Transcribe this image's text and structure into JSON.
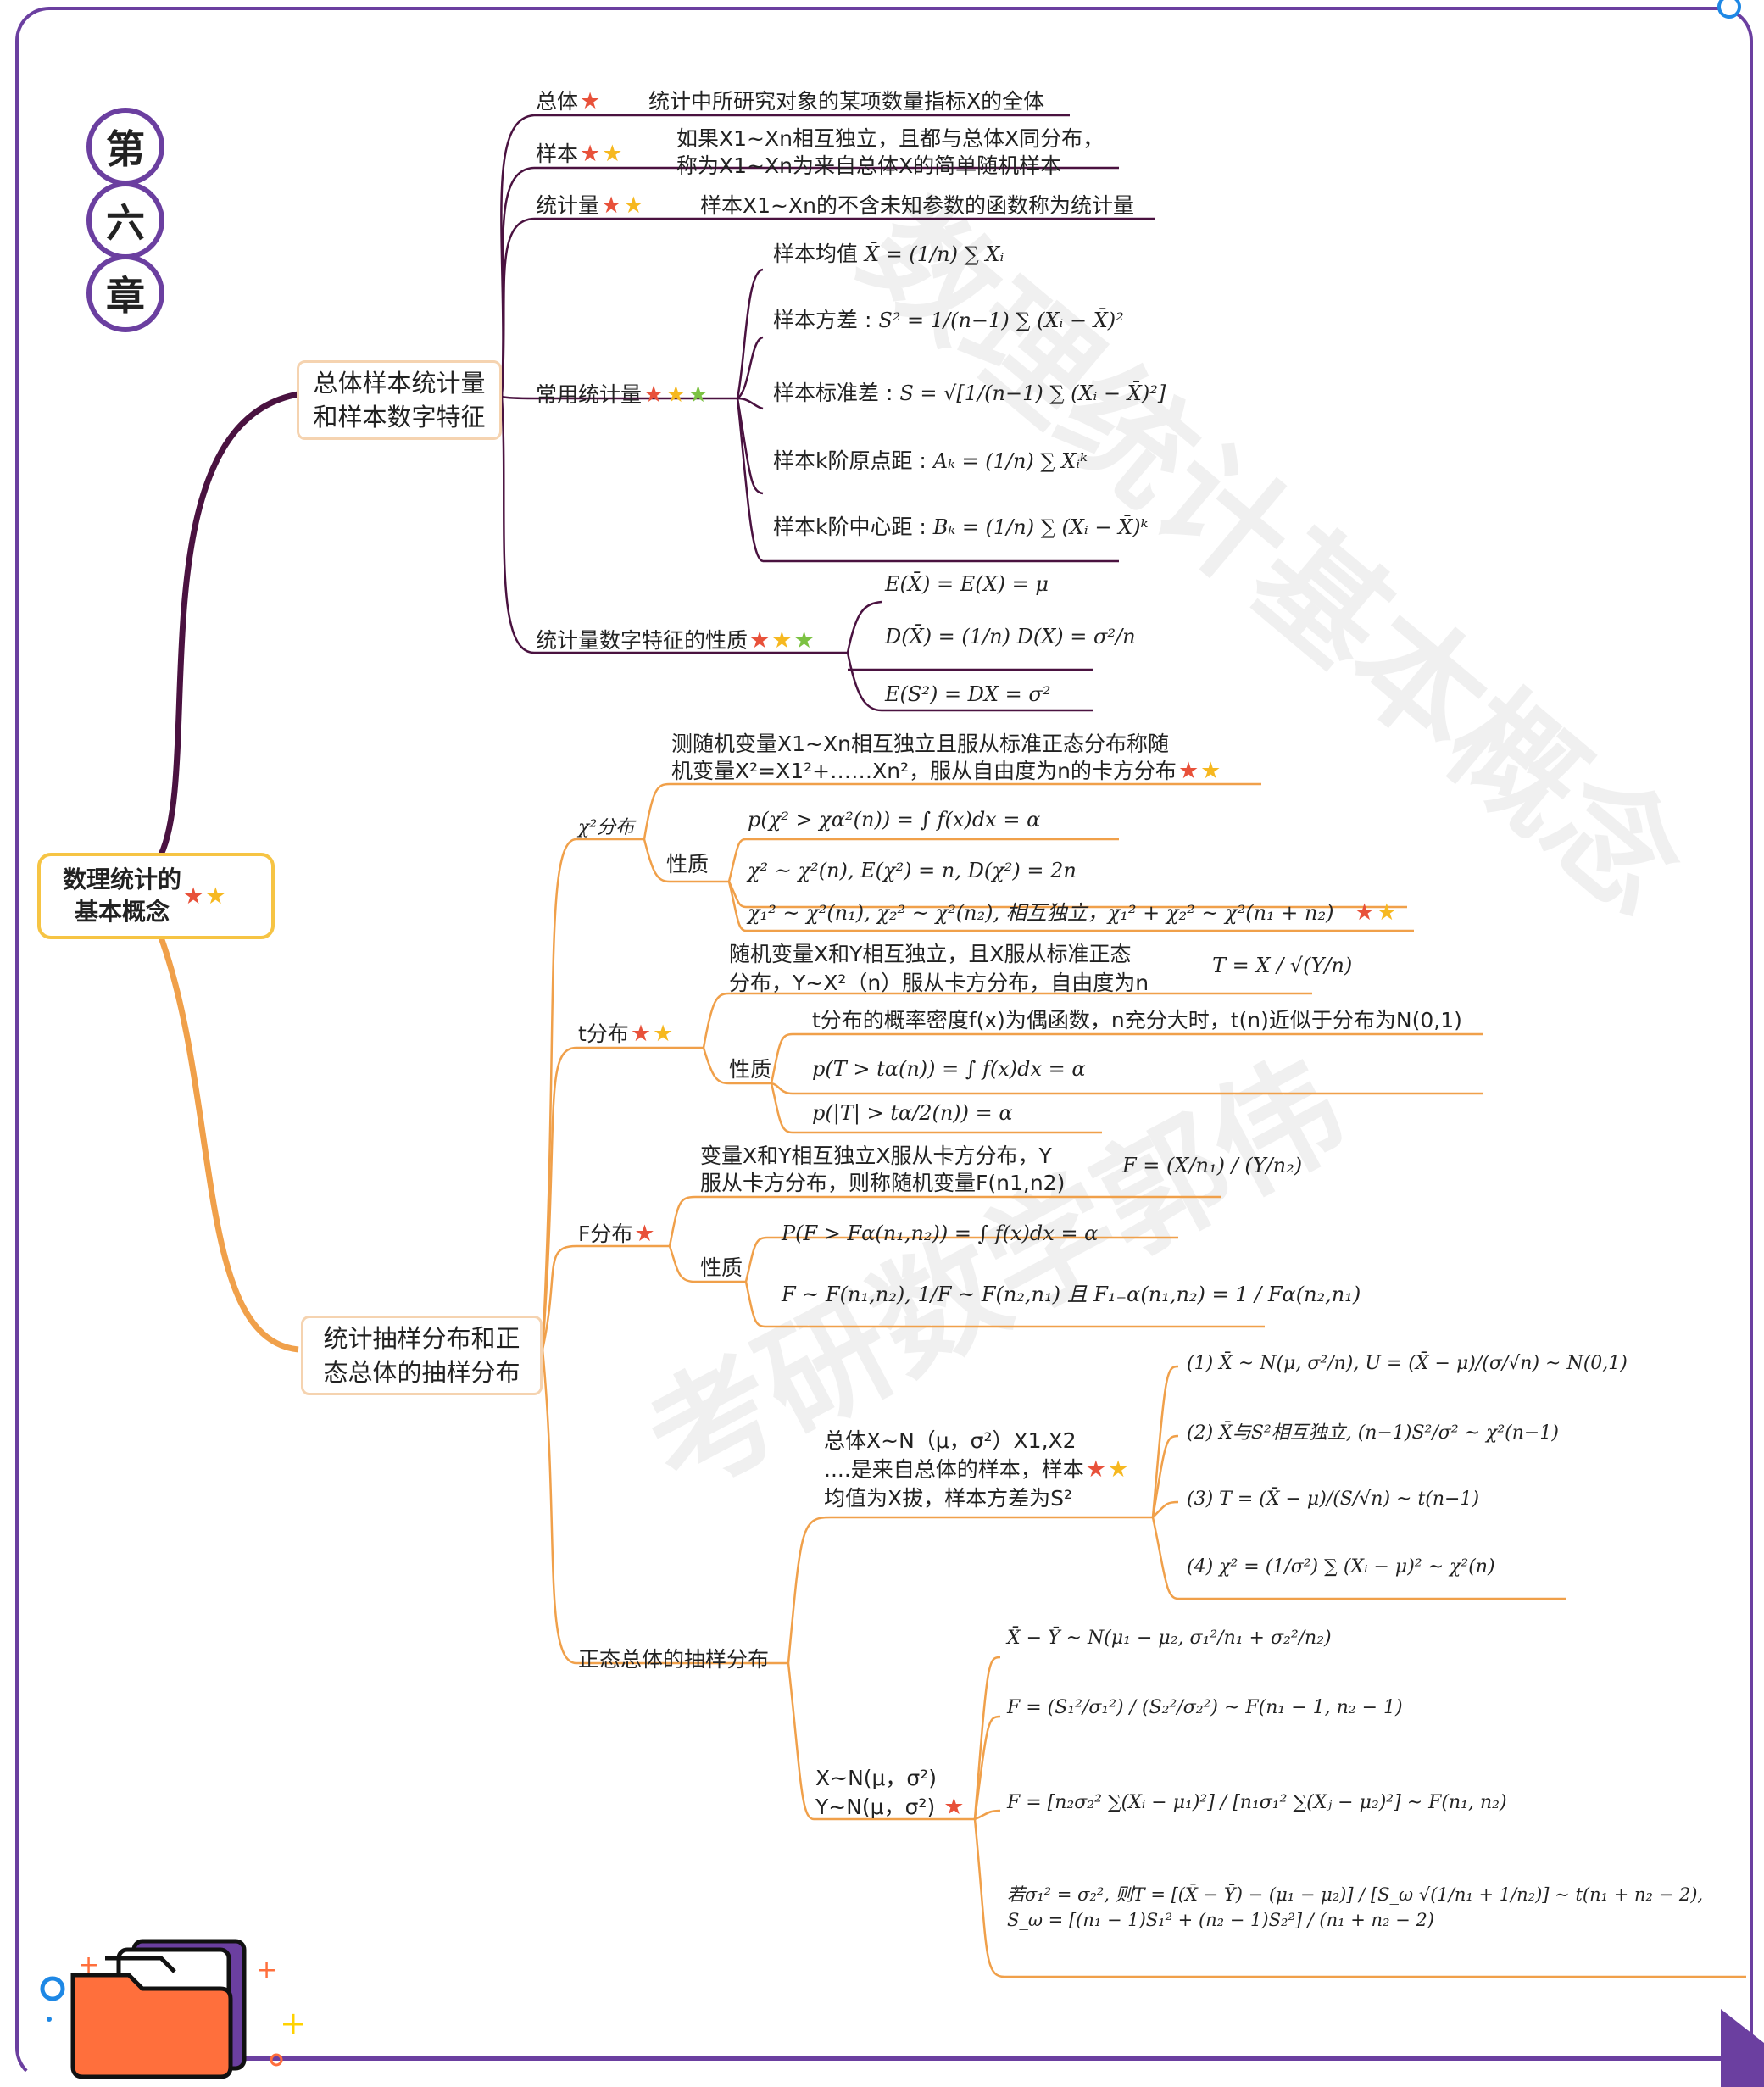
{
  "chapter": [
    "第",
    "六",
    "章"
  ],
  "root": {
    "line1": "数理统计的",
    "line2": "基本概念"
  },
  "watermarks": [
    "数理统计基本概念",
    "考研数学郭伟"
  ],
  "branch1": {
    "line1": "总体样本统计量",
    "line2": "和样本数字特征",
    "zongti": {
      "label": "总体",
      "desc": "统计中所研究对象的某项数量指标X的全体"
    },
    "yangben": {
      "label": "样本",
      "desc1": "如果X1~Xn相互独立，且都与总体X同分布，",
      "desc2": "称为X1~Xn为来自总体X的简单随机样本"
    },
    "tongjiliang": {
      "label": "统计量",
      "desc": "样本X1~Xn的不含未知参数的函数称为统计量"
    },
    "changyong": {
      "label": "常用统计量",
      "items": [
        {
          "name": "样本均值",
          "formula": "X̄ = (1/n) ∑ Xᵢ"
        },
        {
          "name": "样本方差 : ",
          "formula": "S² = 1/(n−1) ∑ (Xᵢ − X̄)²"
        },
        {
          "name": "样本标准差 : ",
          "formula": "S = √[1/(n−1) ∑ (Xᵢ − X̄)²]"
        },
        {
          "name": "样本k阶原点距 : ",
          "formula": "Aₖ = (1/n) ∑ Xᵢᵏ"
        },
        {
          "name": "样本k阶中心距 : ",
          "formula": "Bₖ = (1/n) ∑ (Xᵢ − X̄)ᵏ"
        }
      ]
    },
    "xingzhi": {
      "label": "统计量数字特征的性质",
      "items": [
        "E(X̄) = E(X) = μ",
        "D(X̄) = (1/n) D(X) = σ²/n",
        "E(S²) = DX = σ²"
      ]
    }
  },
  "branch2": {
    "line1": "统计抽样分布和正",
    "line2": "态总体的抽样分布",
    "chi": {
      "label": "χ²分布",
      "def1": "测随机变量X1~Xn相互独立且服从标准正态分布称随",
      "def2": "机变量X²=X1²+……Xn²，服从自由度为n的卡方分布",
      "prop_label": "性质",
      "props": [
        "p(χ² > χα²(n)) = ∫ f(x)dx = α",
        "χ² ~ χ²(n), E(χ²) = n, D(χ²) = 2n",
        "χ₁² ~ χ²(n₁), χ₂² ~ χ²(n₂), 相互独立，χ₁² + χ₂² ~ χ²(n₁ + n₂)"
      ]
    },
    "t": {
      "label": "t分布",
      "def1": "随机变量X和Y相互独立，且X服从标准正态",
      "def2": "分布，Y~X²（n）服从卡方分布，自由度为n",
      "formula": "T = X / √(Y/n)",
      "prop_label": "性质",
      "props": [
        "t分布的概率密度f(x)为偶函数，n充分大时，t(n)近似于分布为N(0,1)",
        "p(T > tα(n)) = ∫ f(x)dx = α",
        "p(|T| > tα/2(n)) = α"
      ]
    },
    "f": {
      "label": "F分布",
      "def1": "变量X和Y相互独立X服从卡方分布，Y",
      "def2": "服从卡方分布，则称随机变量F(n1,n2)",
      "formula": "F = (X/n₁) / (Y/n₂)",
      "prop_label": "性质",
      "props": [
        "P(F > Fα(n₁,n₂)) = ∫ f(x)dx = α",
        "F ~ F(n₁,n₂), 1/F ~ F(n₂,n₁) 且 F₁₋α(n₁,n₂) = 1 / Fα(n₂,n₁)"
      ]
    },
    "normal": {
      "label": "正态总体的抽样分布",
      "single_desc1": "总体X~N（μ，σ²）X1,X2",
      "single_desc2": "....是来自总体的样本，样本",
      "single_desc3": "均值为X拔，样本方差为S²",
      "single": [
        "(1) X̄ ~ N(μ, σ²/n), U = (X̄ − μ)/(σ/√n) ~ N(0,1)",
        "(2) X̄与S²相互独立, (n−1)S²/σ² ~ χ²(n−1)",
        "(3) T = (X̄ − μ)/(S/√n) ~ t(n−1)",
        "(4) χ² = (1/σ²) ∑ (Xᵢ − μ)² ~ χ²(n)"
      ],
      "two_desc1": "X~N(μ，σ²)",
      "two_desc2": "Y~N(μ，σ²)",
      "two": [
        "X̄ − Ȳ ~ N(μ₁ − μ₂, σ₁²/n₁ + σ₂²/n₂)",
        "F = (S₁²/σ₁²) / (S₂²/σ₂²) ~ F(n₁ − 1, n₂ − 1)",
        "F = [n₂σ₂² ∑(Xᵢ − μ₁)²] / [n₁σ₁² ∑(Xⱼ − μ₂)²] ~ F(n₁, n₂)",
        "若σ₁² = σ₂², 则T = [(X̄ − Ȳ) − (μ₁ − μ₂)] / [S_ω √(1/n₁ + 1/n₂)] ~ t(n₁ + n₂ − 2), S_ω = [(n₁ − 1)S₁² + (n₂ − 1)S₂²] / (n₁ + n₂ − 2)"
      ]
    }
  },
  "colors": {
    "frame": "#6b3fa0",
    "branch1": "#4a1240",
    "branch2": "#f0a04a",
    "star_red": "#e8513a",
    "star_yellow": "#f6b820",
    "star_green": "#7cc242"
  }
}
